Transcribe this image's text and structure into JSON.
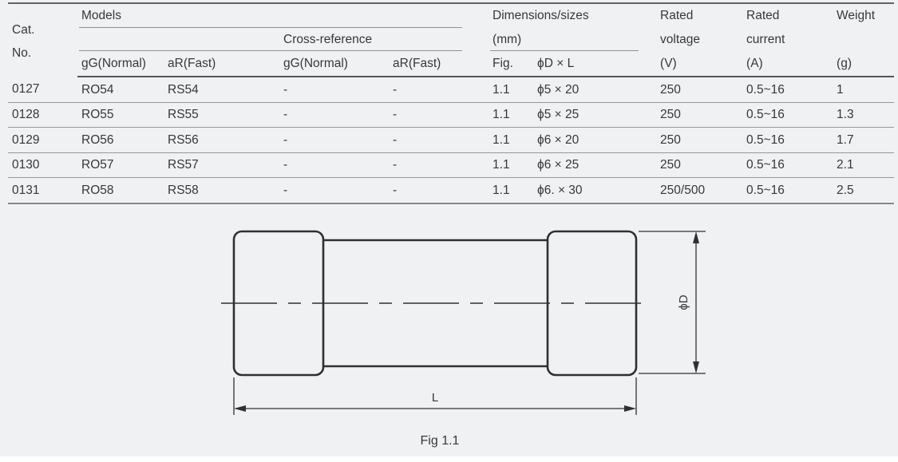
{
  "page": {
    "type": "fuse-datasheet",
    "colors": {
      "background": "#f0f1f2",
      "text": "#35383b",
      "rule_thin": "#97979b",
      "rule_thick": "#54575a",
      "figure_stroke": "#2e3134"
    }
  },
  "table": {
    "header": {
      "cat_line1": "Cat.",
      "cat_line2": "No.",
      "models": "Models",
      "cross_reference": "Cross-reference",
      "dimensions_line1": "Dimensions/sizes",
      "dimensions_line2": "(mm)",
      "rated_voltage_line1": "Rated",
      "rated_voltage_line2": "voltage",
      "rated_voltage_unit": "(V)",
      "rated_current_line1": "Rated",
      "rated_current_line2": "current",
      "rated_current_unit": "(A)",
      "weight": "Weight",
      "weight_unit": "(g)",
      "sub_gg_normal_1": "gG(Normal)",
      "sub_ar_fast_1": "aR(Fast)",
      "sub_gg_normal_2": "gG(Normal)",
      "sub_ar_fast_2": "aR(Fast)",
      "sub_fig": "Fig.",
      "sub_d_x_l": "ϕD × L"
    },
    "rows": [
      [
        "0127",
        "RO54",
        "RS54",
        "-",
        "-",
        "1.1",
        "ϕ5 × 20",
        "250",
        "0.5~16",
        "1"
      ],
      [
        "0128",
        "RO55",
        "RS55",
        "-",
        "-",
        "1.1",
        "ϕ5 × 25",
        "250",
        "0.5~16",
        "1.3"
      ],
      [
        "0129",
        "RO56",
        "RS56",
        "-",
        "-",
        "1.1",
        "ϕ6 × 20",
        "250",
        "0.5~16",
        "1.7"
      ],
      [
        "0130",
        "RO57",
        "RS57",
        "-",
        "-",
        "1.1",
        "ϕ6 × 25",
        "250",
        "0.5~16",
        "2.1"
      ],
      [
        "0131",
        "RO58",
        "RS58",
        "-",
        "-",
        "1.1",
        "ϕ6. × 30",
        "250/500",
        "0.5~16",
        "2.5"
      ]
    ]
  },
  "figure": {
    "caption": "Fig 1.1",
    "diameter_label": "ϕD",
    "length_label": "L"
  }
}
